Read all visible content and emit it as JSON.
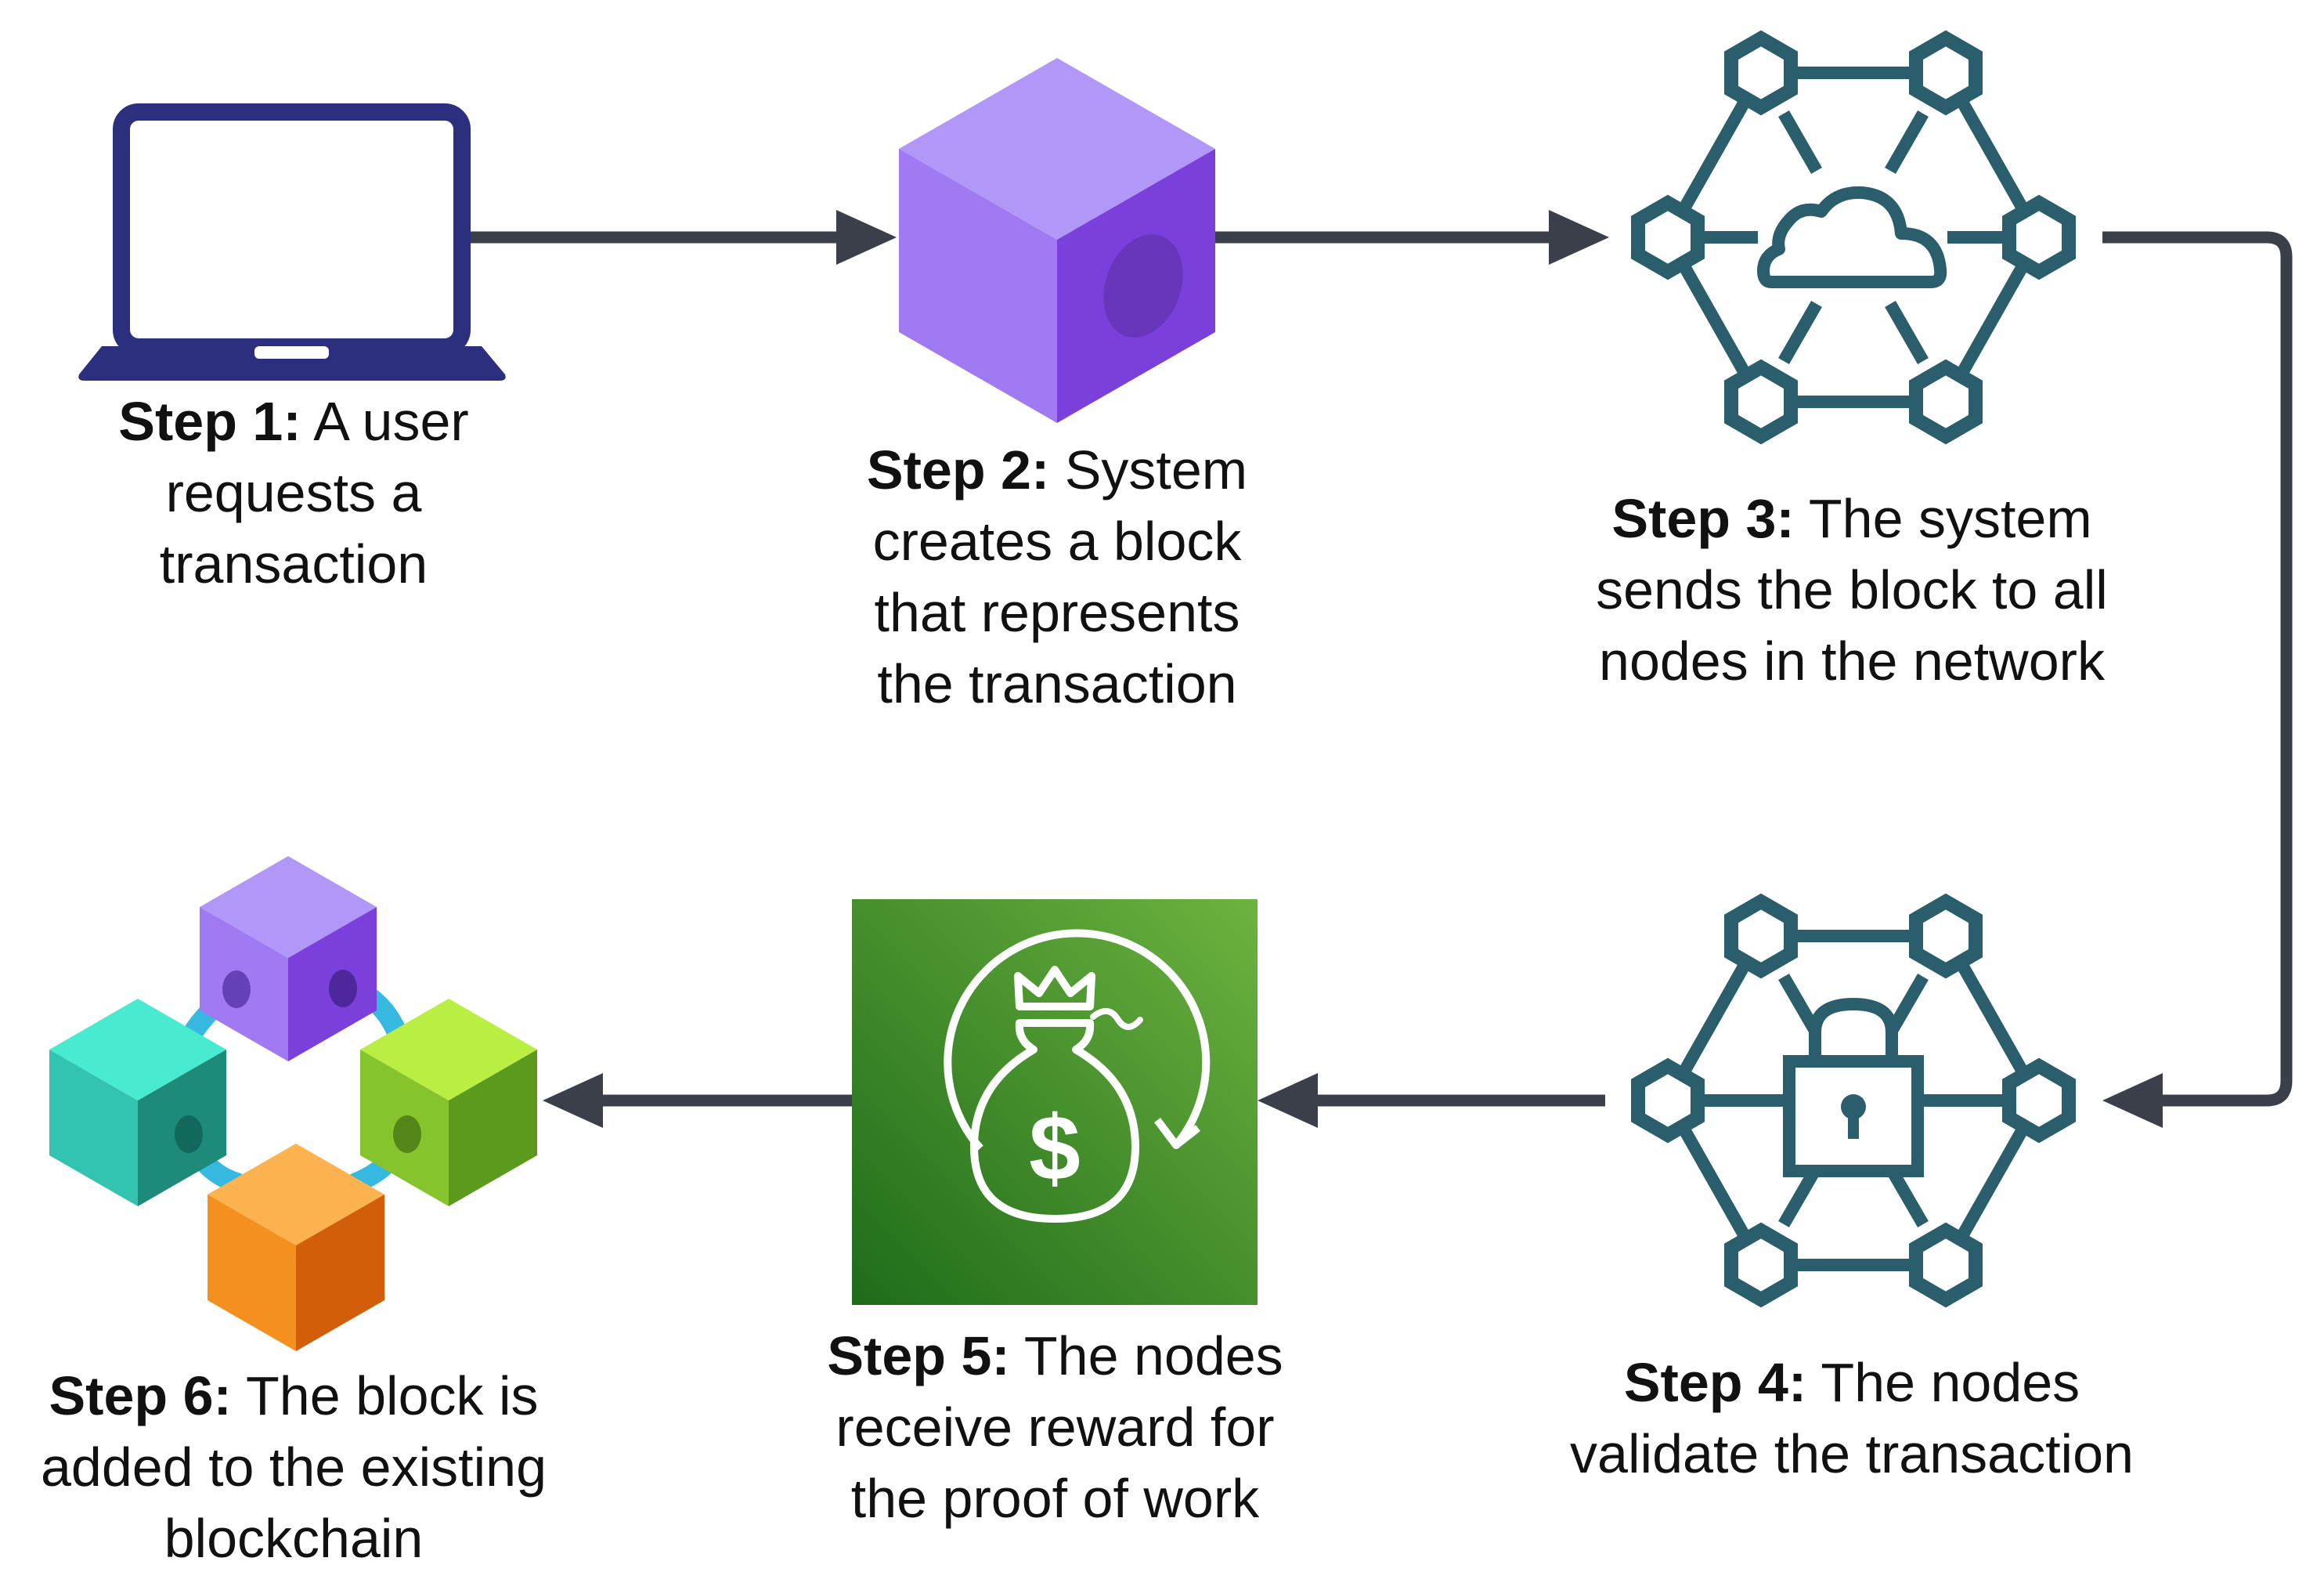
{
  "colors": {
    "arrow": "#3a3f4a",
    "laptop": "#2b2f7e",
    "network": "#2a5e6c",
    "purple_top": "#b197f7",
    "purple_left": "#a07af2",
    "purple_right": "#7b40dc",
    "reward_bg_dark": "#1f6b1a",
    "reward_bg_light": "#6cb33f",
    "chain_teal": "#3ee0c8",
    "chain_green": "#aee83a",
    "chain_orange": "#f7a540",
    "link_cyan": "#36b9e0"
  },
  "steps": [
    {
      "id": 1,
      "icon": "laptop-icon",
      "label": "Step 1:",
      "lines": [
        " A user",
        "requests a",
        "transaction"
      ]
    },
    {
      "id": 2,
      "icon": "block-cube-icon",
      "label": "Step 2:",
      "lines": [
        " System",
        "creates a block",
        "that represents",
        "the transaction"
      ]
    },
    {
      "id": 3,
      "icon": "cloud-network-icon",
      "label": "Step 3:",
      "lines": [
        " The system",
        "sends the block to all",
        "nodes in the network"
      ]
    },
    {
      "id": 4,
      "icon": "lock-network-icon",
      "label": "Step 4:",
      "lines": [
        " The nodes",
        "validate the transaction"
      ]
    },
    {
      "id": 5,
      "icon": "money-bag-reward-icon",
      "label": "Step 5:",
      "lines": [
        " The nodes",
        "receive reward for",
        "the proof of work"
      ]
    },
    {
      "id": 6,
      "icon": "blockchain-icon",
      "label": "Step 6:",
      "lines": [
        " The block is",
        "added to the existing",
        "blockchain"
      ]
    }
  ],
  "flow": [
    {
      "from": 1,
      "to": 2
    },
    {
      "from": 2,
      "to": 3
    },
    {
      "from": 3,
      "to": 4
    },
    {
      "from": 4,
      "to": 5
    },
    {
      "from": 5,
      "to": 6
    }
  ]
}
